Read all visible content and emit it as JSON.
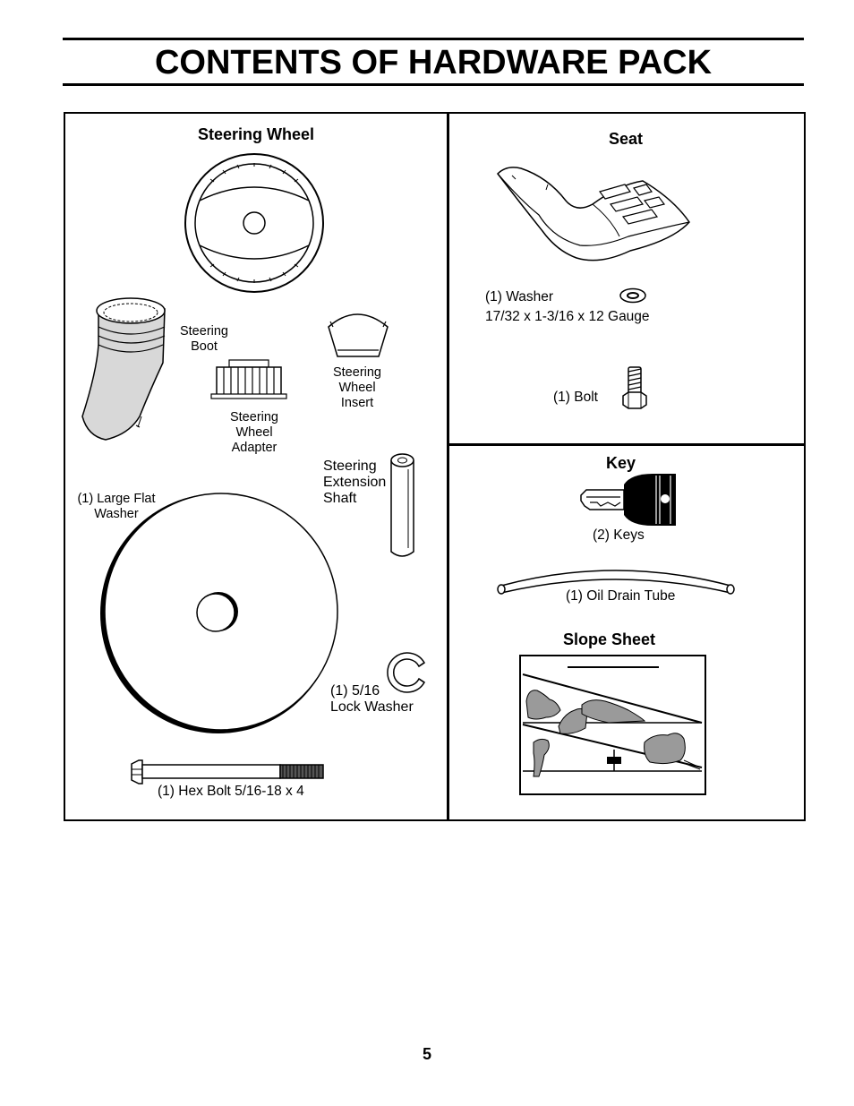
{
  "title": "CONTENTS OF HARDWARE PACK",
  "page_number": "5",
  "left_panel": {
    "steering_wheel_heading": "Steering Wheel",
    "steering_boot": [
      "Steering",
      "Boot"
    ],
    "steering_wheel_adapter": [
      "Steering",
      "Wheel",
      "Adapter"
    ],
    "steering_wheel_insert": [
      "Steering",
      "Wheel",
      "Insert"
    ],
    "steering_extension_shaft": [
      "Steering",
      "Extension",
      "Shaft"
    ],
    "large_flat_washer": [
      "(1) Large Flat",
      "Washer"
    ],
    "lock_washer": [
      "(1) 5/16",
      "Lock Washer"
    ],
    "hex_bolt": "(1) Hex Bolt 5/16-18 x 4"
  },
  "seat_panel": {
    "heading": "Seat",
    "washer_label": "(1) Washer",
    "washer_size": "17/32 x 1-3/16 x 12 Gauge",
    "bolt_label": "(1) Bolt"
  },
  "key_panel": {
    "heading": "Key",
    "keys_label": "(2) Keys",
    "oil_drain_label": "(1) Oil Drain Tube",
    "slope_heading": "Slope Sheet"
  }
}
